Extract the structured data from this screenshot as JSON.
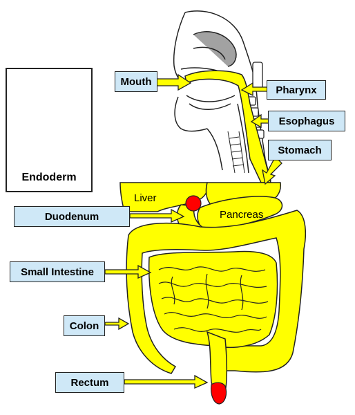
{
  "labels": {
    "mouth": "Mouth",
    "pharynx": "Pharynx",
    "esophagus": "Esophagus",
    "stomach": "Stomach",
    "duodenum": "Duodenum",
    "small_intestine": "Small Intestine",
    "colon": "Colon",
    "rectum": "Rectum"
  },
  "organ_text": {
    "liver": "Liver",
    "pancreas": "Pancreas"
  },
  "inset": {
    "caption": "Endoderm"
  },
  "colors": {
    "tract": "#ffff00",
    "highlight": "#ff0000",
    "label_bg": "#cfe8f7",
    "outline": "#222222"
  }
}
